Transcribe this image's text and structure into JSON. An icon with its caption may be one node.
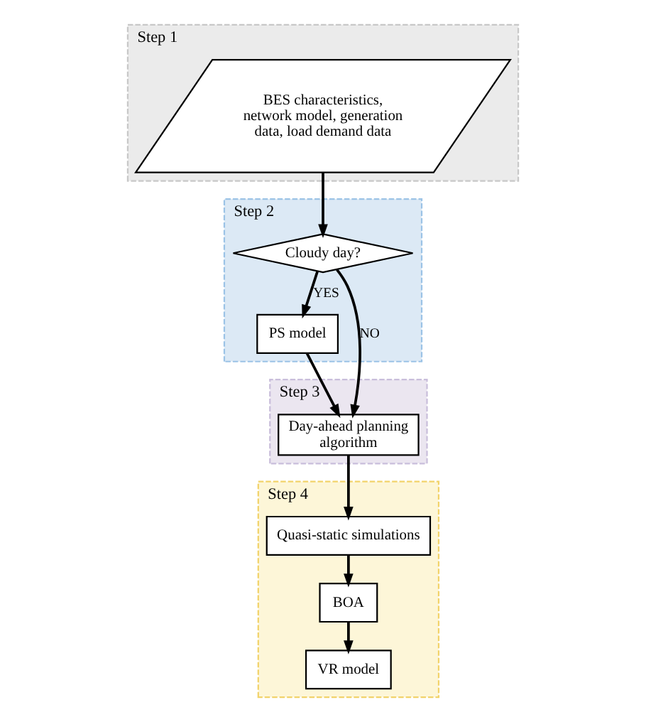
{
  "diagram": {
    "nodes": [
      {
        "text": [
          "Step 1"
        ]
      },
      {
        "text": [
          "BES characteristics, network model, generation data, load demand data"
        ],
        "in": 0
      },
      {
        "text": [
          "Step 2"
        ]
      },
      {
        "text": [
          "Cloudy day?"
        ],
        "in": 2
      },
      {
        "text": [
          "PS model"
        ],
        "in": 2
      },
      {
        "text": [
          "Step 3"
        ]
      },
      {
        "text": [
          "Day-ahead planning algorithm"
        ],
        "in": 5
      },
      {
        "text": [
          "Step 4"
        ]
      },
      {
        "text": [
          "Quasi-static simulations"
        ],
        "in": 7
      },
      {
        "text": [
          "BOA"
        ],
        "in": 7
      },
      {
        "text": [
          "VR model"
        ],
        "in": 7
      }
    ],
    "edges": [
      {
        "from": 1,
        "to": 3,
        "arrow": "to"
      },
      {
        "from": 3,
        "to": 4,
        "arrow": "to",
        "label": "YES"
      },
      {
        "from": 3,
        "to": 6,
        "arrow": "to",
        "label": "NO"
      },
      {
        "from": 4,
        "to": 6,
        "arrow": "to"
      },
      {
        "from": 6,
        "to": 8,
        "arrow": "to"
      },
      {
        "from": 8,
        "to": 9,
        "arrow": "to"
      },
      {
        "from": 9,
        "to": 10,
        "arrow": "to"
      }
    ]
  }
}
